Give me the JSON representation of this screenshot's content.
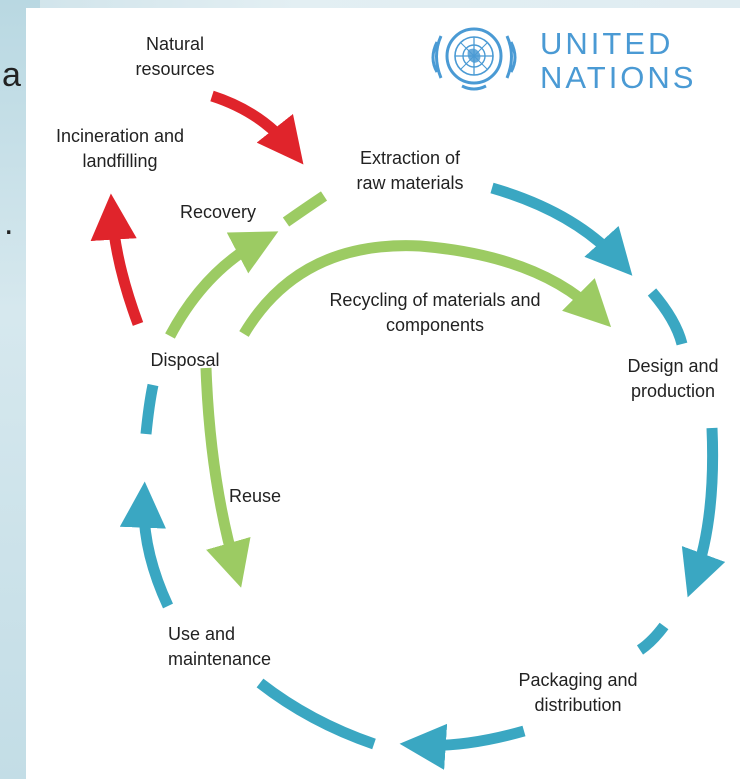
{
  "background": {
    "fragment_a": "a",
    "fragment_dot": "."
  },
  "logo": {
    "line1": "UNITED",
    "line2": "NATIONS",
    "color": "#4A9AD4"
  },
  "diagram": {
    "nodes": {
      "natural_resources": [
        "Natural",
        "resources"
      ],
      "extraction": [
        "Extraction of",
        "raw materials"
      ],
      "design": [
        "Design and",
        "production"
      ],
      "packaging": [
        "Packaging and",
        "distribution"
      ],
      "use": [
        "Use and",
        "maintenance"
      ],
      "disposal": "Disposal",
      "incineration": [
        "Incineration and",
        "landfilling"
      ]
    },
    "flows": {
      "recovery": "Recovery",
      "recycling": [
        "Recycling of materials and",
        "components"
      ],
      "reuse": "Reuse"
    },
    "colors": {
      "main_cycle": "#3AA7C2",
      "recovery_paths": "#9CCB63",
      "waste_input": "#E0242B"
    }
  }
}
